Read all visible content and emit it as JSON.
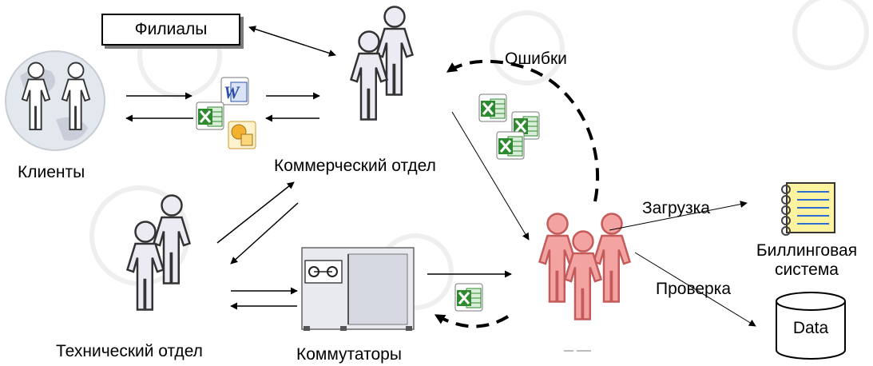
{
  "labels": {
    "branches": "Филиалы",
    "clients": "Клиенты",
    "commercial_dept": "Коммерческий отдел",
    "technical_dept": "Технический отдел",
    "switches": "Коммутаторы",
    "errors": "Ошибки",
    "upload": "Загрузка",
    "billing_line1": "Биллинговая",
    "billing_line2": "система",
    "check": "Проверка",
    "data": "Data"
  },
  "icons": {
    "globe": "globe-icon",
    "word": "word-doc-icon",
    "excel": "excel-doc-icon",
    "outlook": "outlook-doc-icon",
    "person": "person-icon",
    "switch": "telephone-switch-icon",
    "notebook": "billing-notebook-icon",
    "database": "database-cylinder-icon"
  },
  "colors": {
    "person_fill": "#eaeaf0",
    "analyst_fill": "#f4a3a3",
    "excel_green": "#2f8a2f",
    "word_blue": "#2b4fa8",
    "notebook_yellow": "#fff3a0"
  }
}
